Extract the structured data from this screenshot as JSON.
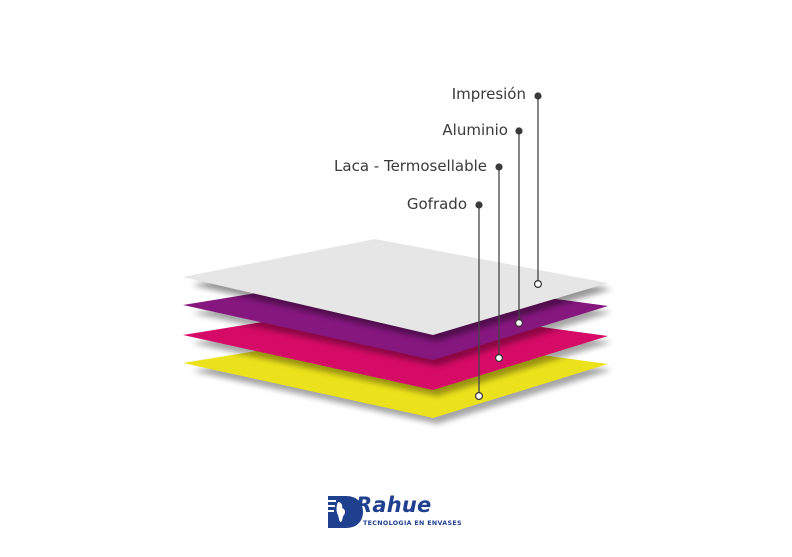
{
  "colors": {
    "impresion": "#e6e6e6",
    "aluminio": "#86177f",
    "laca": "#d60b67",
    "gofrado": "#ece21b",
    "leader": "#444444",
    "brand": "#1f3f8f"
  },
  "labels": {
    "impresion": "Impresión",
    "aluminio": "Aluminio",
    "laca": "Laca - Termosellable",
    "gofrado": "Gofrado"
  },
  "logo": {
    "name": "Rahue",
    "tagline": "TECNOLOGIA EN ENVASES"
  }
}
